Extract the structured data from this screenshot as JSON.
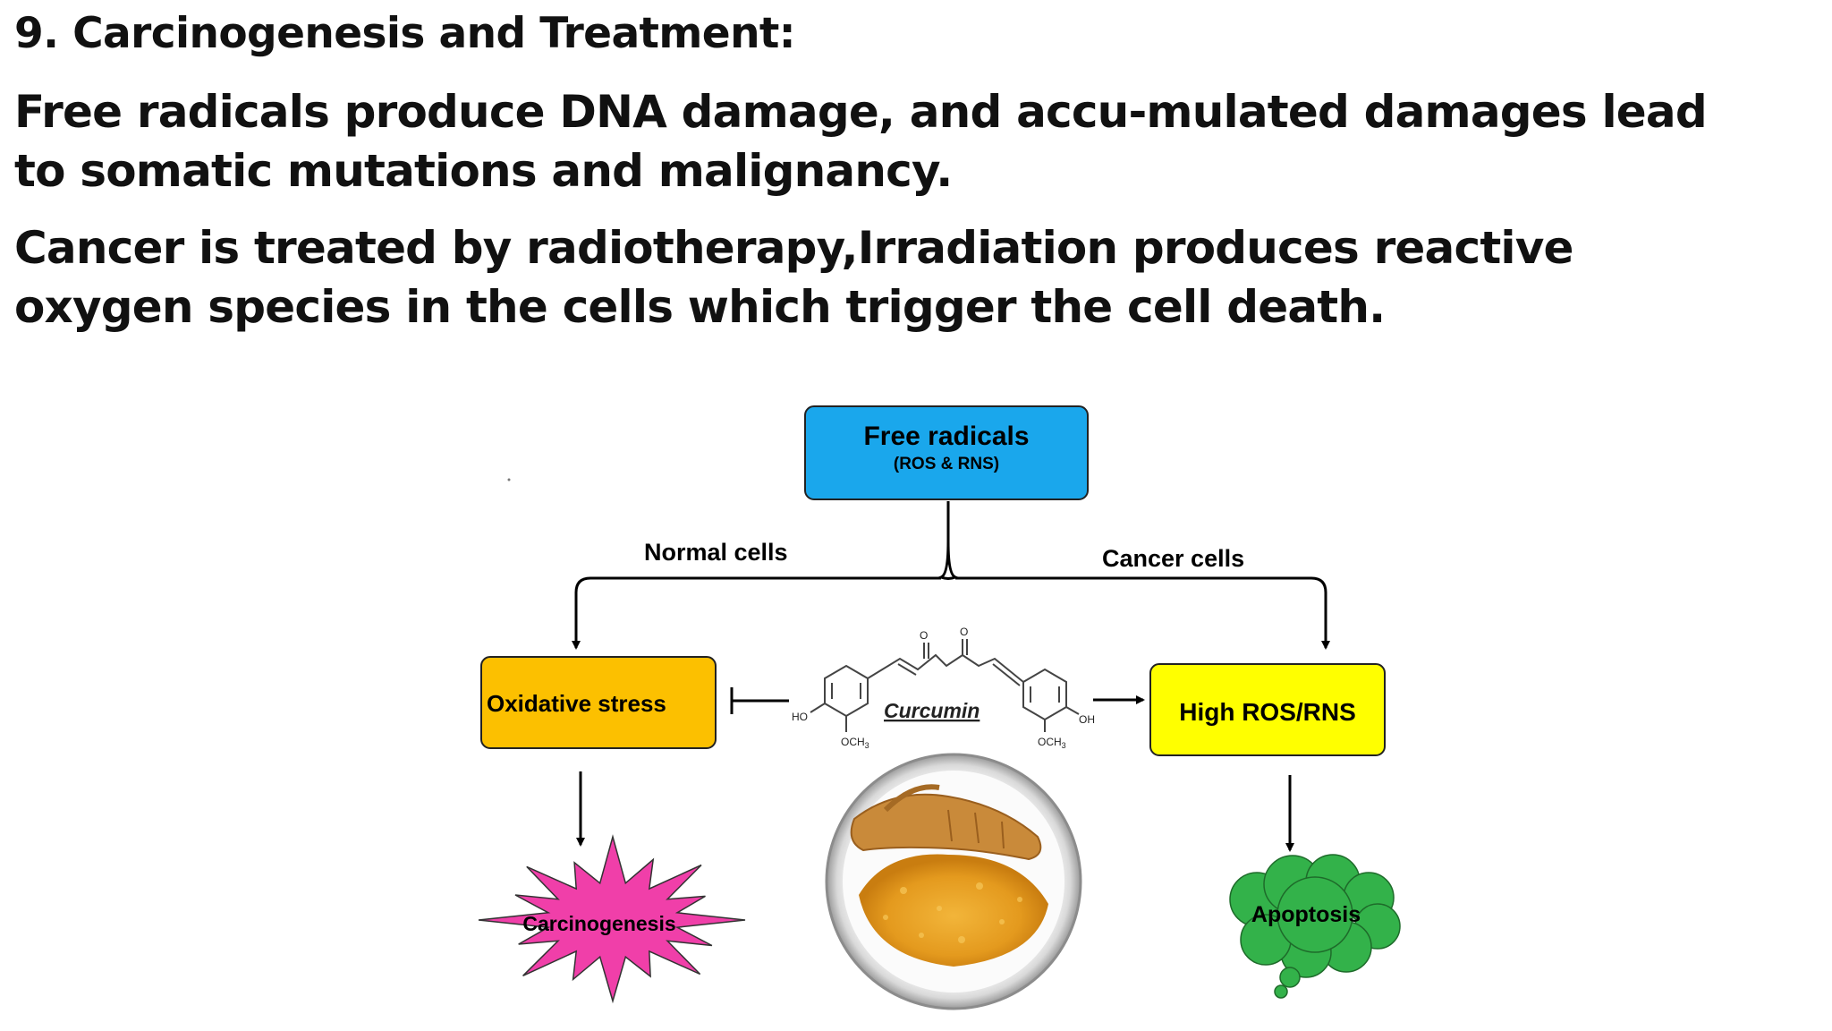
{
  "slide": {
    "title": "9. Carcinogenesis and Treatment:",
    "paragraph1_line1": "Free radicals produce DNA damage, and accu-mulated damages lead",
    "paragraph1_line2": "to somatic mutations and malignancy.",
    "paragraph2_line1": "Cancer is treated by radiotherapy,Irradiation produces reactive",
    "paragraph2_line2": "oxygen species in the cells which trigger the cell death."
  },
  "diagram": {
    "top_node": {
      "title": "Free radicals",
      "subtitle": "(ROS & RNS)",
      "color": "#1aa7ec"
    },
    "branch_left_label": "Normal cells",
    "branch_right_label": "Cancer cells",
    "left_node": {
      "label": "Oxidative stress",
      "color": "#fcc000"
    },
    "right_node": {
      "label": "High ROS/RNS",
      "color": "#ffff00"
    },
    "left_outcome": {
      "label": "Carcinogenesis",
      "color": "#f03fa9"
    },
    "right_outcome": {
      "label": "Apoptosis",
      "color": "#33b24a"
    },
    "center_label": "Curcumin",
    "chem_labels": {
      "ho": "HO",
      "oh": "OH",
      "och3_left": "OCH",
      "och3_right": "OCH",
      "o_left": "O",
      "o_right": "O",
      "sub3": "3"
    }
  }
}
